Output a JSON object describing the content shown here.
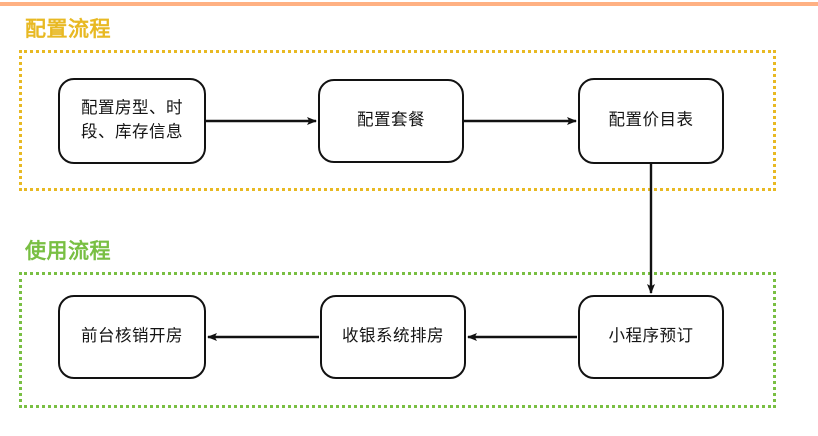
{
  "decor": {
    "top_strip_color": "#ffb183"
  },
  "sections": [
    {
      "id": "config",
      "title": "配置流程",
      "color": "#e8b923",
      "border_style": "dotted",
      "nodes": [
        {
          "id": "room-config",
          "label": "配置房型、时段、库存信息"
        },
        {
          "id": "package",
          "label": "配置套餐"
        },
        {
          "id": "pricelist",
          "label": "配置价目表"
        }
      ],
      "flow_direction": "left-to-right"
    },
    {
      "id": "usage",
      "title": "使用流程",
      "color": "#79bf43",
      "border_style": "dotted",
      "nodes": [
        {
          "id": "frontdesk",
          "label": "前台核销开房"
        },
        {
          "id": "cashier",
          "label": "收银系统排房"
        },
        {
          "id": "miniprogram",
          "label": "小程序预订"
        }
      ],
      "flow_direction": "right-to-left"
    }
  ],
  "node_labels": {
    "room_config_line1": "配置房型、时",
    "room_config_line2": "段、库存信息",
    "package": "配置套餐",
    "pricelist": "配置价目表",
    "frontdesk": "前台核销开房",
    "cashier": "收银系统排房",
    "miniprogram": "小程序预订"
  },
  "connectors": [
    {
      "id": "room-config-to-package",
      "from": "room-config",
      "to": "package",
      "direction": "right"
    },
    {
      "id": "package-to-pricelist",
      "from": "package",
      "to": "pricelist",
      "direction": "right"
    },
    {
      "id": "pricelist-to-miniprogram",
      "from": "pricelist",
      "to": "miniprogram",
      "direction": "down"
    },
    {
      "id": "miniprogram-to-cashier",
      "from": "miniprogram",
      "to": "cashier",
      "direction": "left"
    },
    {
      "id": "cashier-to-frontdesk",
      "from": "cashier",
      "to": "frontdesk",
      "direction": "left"
    }
  ]
}
